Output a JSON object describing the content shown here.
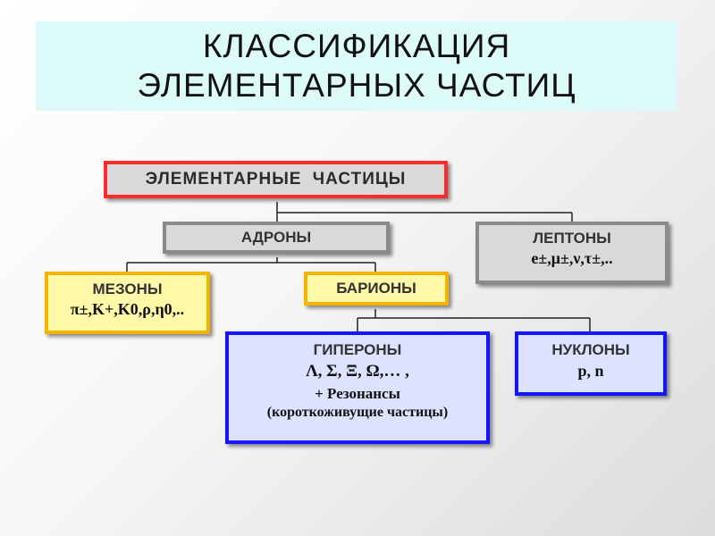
{
  "title": {
    "line1": "КЛАССИФИКАЦИЯ",
    "line2": "ЭЛЕМЕНТАРНЫХ ЧАСТИЦ"
  },
  "nodes": {
    "root": {
      "label": "ЭЛЕМЕНТАРНЫЕ  ЧАСТИЦЫ"
    },
    "hadrons": {
      "label": "АДРОНЫ"
    },
    "leptons": {
      "label": "ЛЕПТОНЫ",
      "particles": "e±,μ±,ν,τ±,.."
    },
    "mesons": {
      "label": "МЕЗОНЫ",
      "particles": "π±,K+,K0,ρ,η0,.."
    },
    "baryons": {
      "label": "БАРИОНЫ"
    },
    "hyperons": {
      "label": "ГИПЕРОНЫ",
      "particles": "Λ, Σ, Ξ, Ω,… ,",
      "extra": "+ Резонансы",
      "note": "(короткоживущие частицы)"
    },
    "nucleons": {
      "label": "НУКЛОНЫ",
      "particles": "p, n"
    }
  },
  "colors": {
    "title_bg": "#dcfbf8",
    "root_border": "#ff2a2a",
    "gray_border": "#8a8a8a",
    "yellow_border": "#f4b400",
    "yellow_fill": "#fff9a8",
    "blue_border": "#1414ff",
    "blue_fill": "#dce2ff",
    "connector": "#222222"
  }
}
